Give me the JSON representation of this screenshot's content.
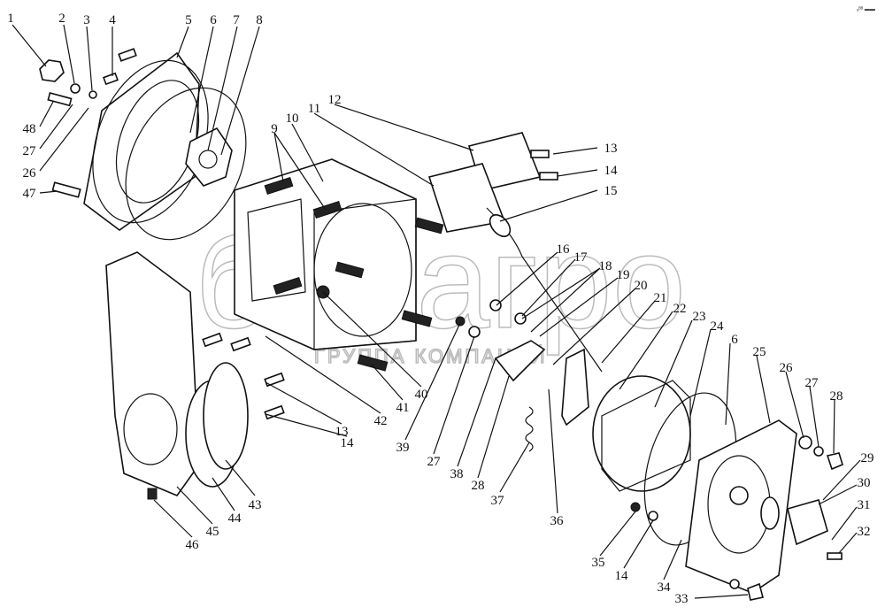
{
  "title": "Exploded parts diagram",
  "corner_mark": "ₐᴮᴮ ▬▬",
  "watermark": {
    "brand": "белагро",
    "subtitle": "ГРУППА КОМПАНИЙ"
  },
  "callouts": [
    "1",
    "2",
    "3",
    "4",
    "5",
    "6",
    "7",
    "8",
    "48",
    "27",
    "26",
    "47",
    "9",
    "10",
    "11",
    "12",
    "13",
    "14",
    "15",
    "16",
    "17",
    "18",
    "19",
    "20",
    "21",
    "22",
    "23",
    "24",
    "6",
    "25",
    "26",
    "27",
    "28",
    "29",
    "30",
    "31",
    "32",
    "33",
    "34",
    "14",
    "35",
    "36",
    "37",
    "28",
    "38",
    "27",
    "39",
    "40",
    "41",
    "42",
    "13",
    "14",
    "43",
    "44",
    "45",
    "46"
  ]
}
